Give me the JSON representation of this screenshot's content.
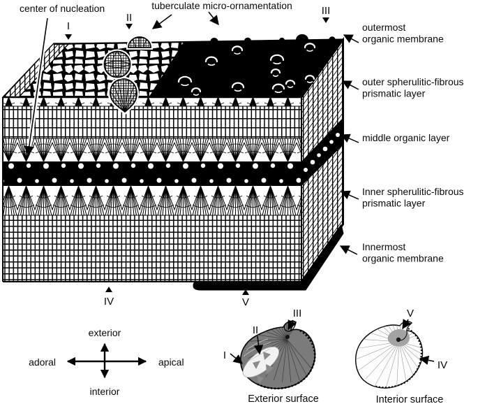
{
  "labels": {
    "center_of_nucleation": "center of nucleation",
    "tuberculate": "tuberculate micro-ornamentation"
  },
  "numerals": {
    "i": "I",
    "ii": "II",
    "iii": "III",
    "iv": "IV",
    "v": "V"
  },
  "layers": [
    {
      "line1": "outermost",
      "line2": "organic membrane"
    },
    {
      "line1": "outer spherulitic-fibrous",
      "line2": "prismatic layer"
    },
    {
      "line1": "middle organic layer",
      "line2": ""
    },
    {
      "line1": "Inner spherulitic-fibrous",
      "line2": "prismatic layer"
    },
    {
      "line1": "Innermost",
      "line2": "organic membrane"
    }
  ],
  "compass": {
    "top": "exterior",
    "bottom": "interior",
    "left": "adoral",
    "right": "apical"
  },
  "captions": {
    "exterior": "Exterior surface",
    "interior": "Interior surface"
  },
  "colors": {
    "ink": "#000000",
    "exterior_shell_body": "#7b7b7b",
    "exterior_shell_keel": "#f2f2f2",
    "exterior_shell_patch": "#8c8c8c",
    "interior_shell_body": "#fdfdfd",
    "interior_shell_patch": "#a3a3a3"
  }
}
